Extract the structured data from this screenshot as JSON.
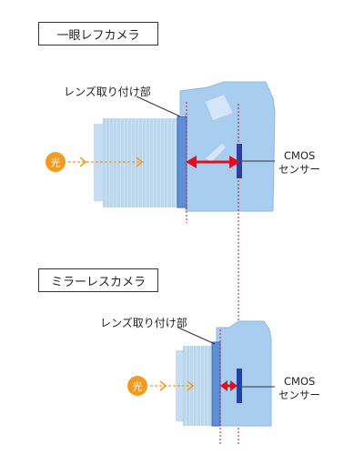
{
  "dslr": {
    "title": "一眼レフカメラ",
    "mount_label": "レンズ取り付け部",
    "sensor_label_line1": "CMOS",
    "sensor_label_line2": "センサー",
    "light_label": "光"
  },
  "mirrorless": {
    "title": "ミラーレスカメラ",
    "mount_label": "レンズ取り付け部",
    "sensor_label_line1": "CMOS",
    "sensor_label_line2": "センサー",
    "light_label": "光"
  },
  "colors": {
    "body": "#a9cdef",
    "lens": "#b7d6f0",
    "mount": "#5b8fd6",
    "sensor": "#2244aa",
    "arrow": "#e01020",
    "light": "#f39a1f",
    "dashed_line": "#c4142a"
  }
}
